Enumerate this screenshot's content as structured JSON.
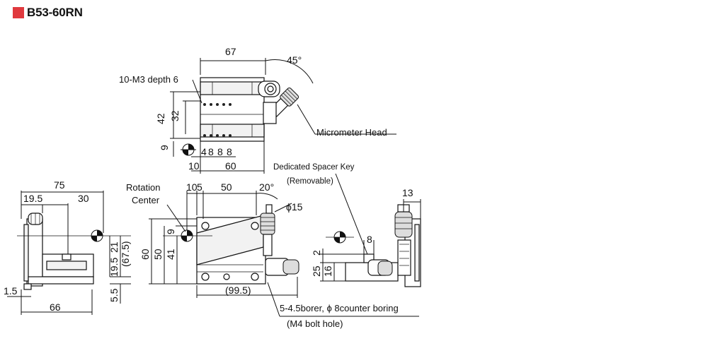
{
  "header": {
    "model": "B53-60RN",
    "swatch_color": "#e0393e"
  },
  "top_view": {
    "dims": {
      "width_67": "67",
      "angle_45": "45°",
      "h42": "42",
      "h32": "32",
      "h9": "9",
      "pitch_4": "4",
      "pitch_8a": "8",
      "pitch_8b": "8",
      "pitch_8c": "8",
      "off_10": "10",
      "w60": "60"
    },
    "labels": {
      "tap_holes": "10-M3 depth 6",
      "micrometer": "Micrometer Head"
    }
  },
  "left_view": {
    "dims": {
      "d75": "75",
      "d19_5": "19.5",
      "d30": "30",
      "d21": "21",
      "d67_5": "(67.5)",
      "d19_5b": "19.5",
      "d1_5": "1.5",
      "d5_5": "5.5",
      "d66": "66"
    }
  },
  "front_view": {
    "dims": {
      "d10": "10",
      "d5": "5",
      "d50": "50",
      "a20": "20°",
      "phi15": "ϕ15",
      "h60": "60",
      "h50": "50",
      "h41": "41",
      "h9": "9",
      "d99_5": "(99.5)"
    },
    "labels": {
      "rotation_1": "Rotation",
      "rotation_2": "Center",
      "bolt_1": "5-4.5borer, ϕ 8counter boring",
      "bolt_2": "(M4 bolt hole)"
    }
  },
  "right_view": {
    "dims": {
      "d8": "8",
      "d2": "2",
      "d25": "25",
      "d16": "16",
      "d13": "13"
    },
    "labels": {
      "spacer_1": "Dedicated Spacer Key",
      "spacer_2": "(Removable)"
    }
  }
}
